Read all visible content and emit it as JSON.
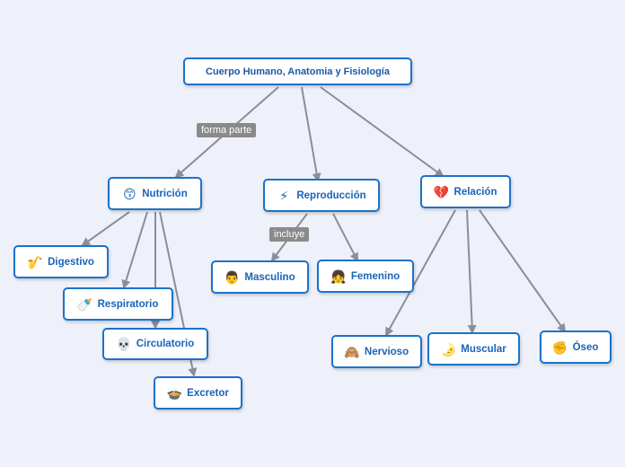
{
  "root": {
    "label": "Cuerpo Humano, Anatomia y Fisiología"
  },
  "branches": {
    "nutricion": {
      "label": "Nutrición",
      "icon": "kissing-face-icon",
      "glyph": "😙"
    },
    "reproduccion": {
      "label": "Reproducción",
      "icon": "lightning-icon",
      "glyph": "⚡"
    },
    "relacion": {
      "label": "Relación",
      "icon": "broken-heart-icon",
      "glyph": "💔"
    }
  },
  "nutricion_children": {
    "digestivo": {
      "label": "Digestivo",
      "icon": "saxophone-icon",
      "glyph": "🎷"
    },
    "respiratorio": {
      "label": "Respiratorio",
      "icon": "baby-bottle-icon",
      "glyph": "🍼"
    },
    "circulatorio": {
      "label": "Circulatorio",
      "icon": "skull-icon",
      "glyph": "💀"
    },
    "excretor": {
      "label": "Excretor",
      "icon": "stew-bowl-icon",
      "glyph": "🍲"
    }
  },
  "reproduccion_children": {
    "masculino": {
      "label": "Masculino",
      "icon": "man-face-icon",
      "glyph": "👨"
    },
    "femenino": {
      "label": "Femenino",
      "icon": "girl-face-icon",
      "glyph": "👧"
    }
  },
  "relacion_children": {
    "nervioso": {
      "label": "Nervioso",
      "icon": "see-no-evil-monkey-icon",
      "glyph": "🙈"
    },
    "muscular": {
      "label": "Muscular",
      "icon": "crescent-moon-icon",
      "glyph": "🌛"
    },
    "oseo": {
      "label": "Óseo",
      "icon": "raised-fist-icon",
      "glyph": "✊"
    }
  },
  "edge_labels": {
    "forma_parte": "forma parte",
    "incluye": "incluye"
  },
  "colors": {
    "background": "#eef0fa",
    "node_border": "#1a73c9",
    "node_text": "#1a64b8",
    "edge": "#8a8e99",
    "tag_bg": "#8a8a8a"
  }
}
